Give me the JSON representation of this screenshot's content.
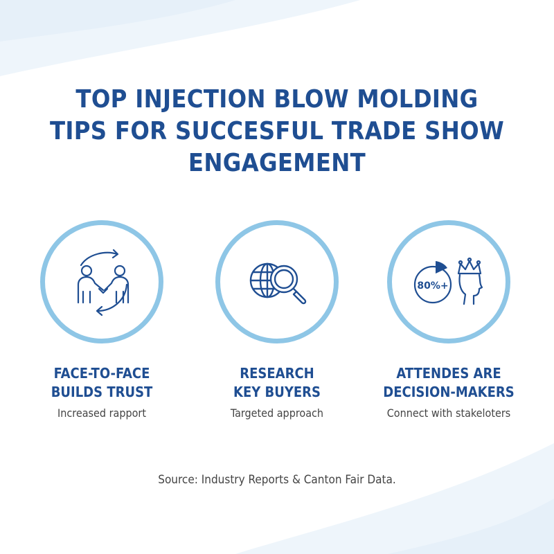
{
  "title": {
    "line1": "TOP INJECTION BLOW MOLDING",
    "line2": "TIPS FOR SUCCESFUL TRADE SHOW",
    "line3": "ENGAGEMENT"
  },
  "cards": [
    {
      "icon": "handshake-icon",
      "title_line1": "FACE-TO-FACE",
      "title_line2": "BUILDS TRUST",
      "subtitle": "Increased rapport"
    },
    {
      "icon": "globe-magnifier-icon",
      "title_line1": "RESEARCH",
      "title_line2": "KEY BUYERS",
      "subtitle": "Targeted approach"
    },
    {
      "icon": "pie-chart-crown-icon",
      "icon_text": "80%+",
      "title_line1": "ATTENDES ARE",
      "title_line2": "DECISION-MAKERS",
      "subtitle": "Connect with stakeloters"
    }
  ],
  "source": "Source: Industry Reports & Canton Fair Data.",
  "colors": {
    "title": "#1f4e92",
    "ring": "#8ec6e6",
    "icon": "#1f4e92",
    "text": "#444444"
  }
}
